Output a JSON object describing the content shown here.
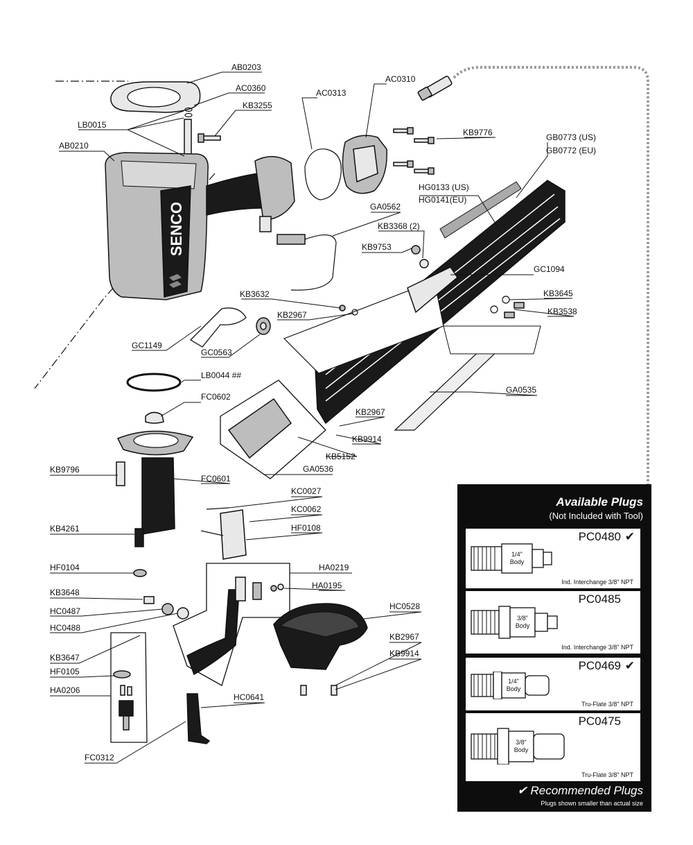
{
  "callouts": {
    "AB0203": "AB0203",
    "AC0360": "AC0360",
    "KB3255": "KB3255",
    "LB0015": "LB0015",
    "AB0210": "AB0210",
    "AC0313": "AC0313",
    "AC0310": "AC0310",
    "KB9776": "KB9776",
    "GB0773": "GB0773 (US)",
    "GB0772": "GB0772 (EU)",
    "HG0133": "HG0133 (US)",
    "HG0141": "HG0141(EU)",
    "GA0562": "GA0562",
    "KB3368": "KB3368 (2)",
    "KB9753": "KB9753",
    "GC1094": "GC1094",
    "KB3645": "KB3645",
    "KB3538": "KB3538",
    "KB3632": "KB3632",
    "KB2967a": "KB2967",
    "GC1149": "GC1149",
    "GC0563": "GC0563",
    "LB0044": "LB0044 ##",
    "FC0602": "FC0602",
    "GA0535": "GA0535",
    "KB2967b": "KB2967",
    "KB9914a": "KB9914",
    "KB5152": "KB5152",
    "GA0536": "GA0536",
    "KB9796": "KB9796",
    "FC0601": "FC0601",
    "KC0027": "KC0027",
    "KC0062": "KC0062",
    "HF0108": "HF0108",
    "KB4261": "KB4261",
    "HF0104": "HF0104",
    "HA0219": "HA0219",
    "HA0195": "HA0195",
    "KB3648": "KB3648",
    "HC0487": "HC0487",
    "HC0488": "HC0488",
    "HC0528": "HC0528",
    "KB2967c": "KB2967",
    "KB9914b": "KB9914",
    "KB3647": "KB3647",
    "HF0105": "HF0105",
    "HA0206": "HA0206",
    "HC0641": "HC0641",
    "FC0312": "FC0312"
  },
  "brand": "SENCO",
  "plugs": {
    "title": "Available Plugs",
    "subtitle": "(Not Included with Tool)",
    "items": [
      {
        "code": "PC0480",
        "check": "✔",
        "body": [
          "1/4\"",
          "Body"
        ],
        "spec": "Ind. Interchange 3/8\" NPT"
      },
      {
        "code": "PC0485",
        "check": "",
        "body": [
          "3/8\"",
          "Body"
        ],
        "spec": "Ind. Interchange 3/8\" NPT"
      },
      {
        "code": "PC0469",
        "check": "✔",
        "body": [
          "1/4\"",
          "Body"
        ],
        "spec": "Tru-Flate 3/8\" NPT"
      },
      {
        "code": "PC0475",
        "check": "",
        "body": [
          "3/8\"",
          "Body"
        ],
        "spec": "Tru-Flate 3/8\" NPT"
      }
    ],
    "recommended": "✔ Recommended Plugs",
    "note": "Plugs shown smaller than actual size"
  }
}
